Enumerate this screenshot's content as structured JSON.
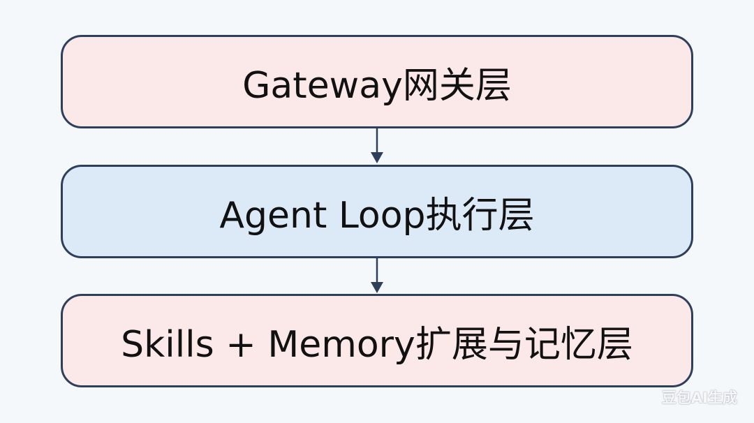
{
  "layers": [
    {
      "label": "Gateway网关层",
      "color": "#fbe8e8"
    },
    {
      "label": "Agent Loop执行层",
      "color": "#dce9f7"
    },
    {
      "label": "Skills + Memory扩展与记忆层",
      "color": "#fbe8e8"
    }
  ],
  "border_color": "#2e3f5c",
  "watermark": "豆包AI生成"
}
